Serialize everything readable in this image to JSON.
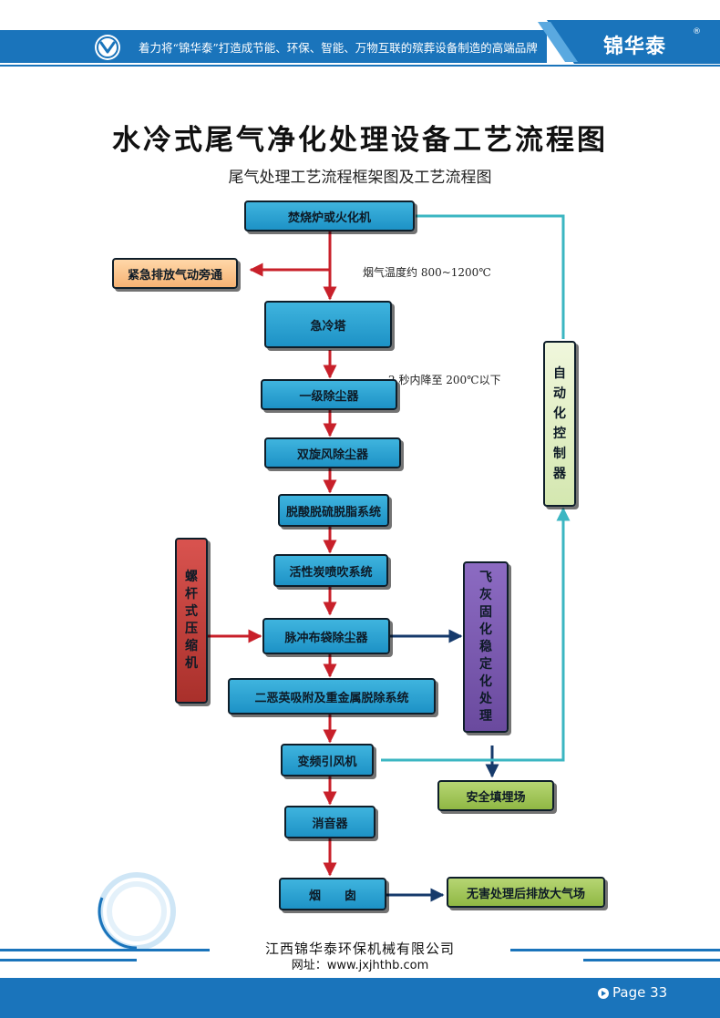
{
  "header": {
    "slogan": "着力将“锦华泰”打造成节能、环保、智能、万物互联的殡葬设备制造的高端品牌",
    "brand": "锦华泰",
    "reg_mark": "®",
    "colors": {
      "primary": "#1a74bb"
    }
  },
  "title": "水冷式尾气净化处理设备工艺流程图",
  "subtitle": "尾气处理工艺流程框架图及工艺流程图",
  "flow": {
    "incinerator": "焚烧炉或火化机",
    "bypass": "紧急排放气动旁通",
    "temp_note": "烟气温度约 800~1200℃",
    "quench_tower": "急冷塔",
    "cool_note": "2 秒内降至 200℃以下",
    "primary_dust": "一级除尘器",
    "cyclone_dust": "双旋风除尘器",
    "desulfur": "脱酸脱硫脱脂系统",
    "carbon_spray": "活性炭喷吹系统",
    "pulse_bag": "脉冲布袋除尘器",
    "dioxin": "二恶英吸附及重金属脱除系统",
    "fan": "变频引风机",
    "silencer": "消音器",
    "chimney": "烟　　囱",
    "discharge": "无害处理后排放大气场",
    "landfill": "安全填埋场",
    "screw_press": [
      "螺",
      "杆",
      "式",
      "压",
      "缩",
      "机"
    ],
    "fly_ash": [
      "飞",
      "灰",
      "固",
      "化",
      "稳",
      "定",
      "化",
      "处",
      "理"
    ],
    "auto_control": [
      "自",
      "动",
      "化",
      "控",
      "制",
      "器"
    ]
  },
  "footer": {
    "company": "江西锦华泰环保机械有限公司",
    "website": "网址：www.jxjhthb.com",
    "page": "Page 33"
  }
}
